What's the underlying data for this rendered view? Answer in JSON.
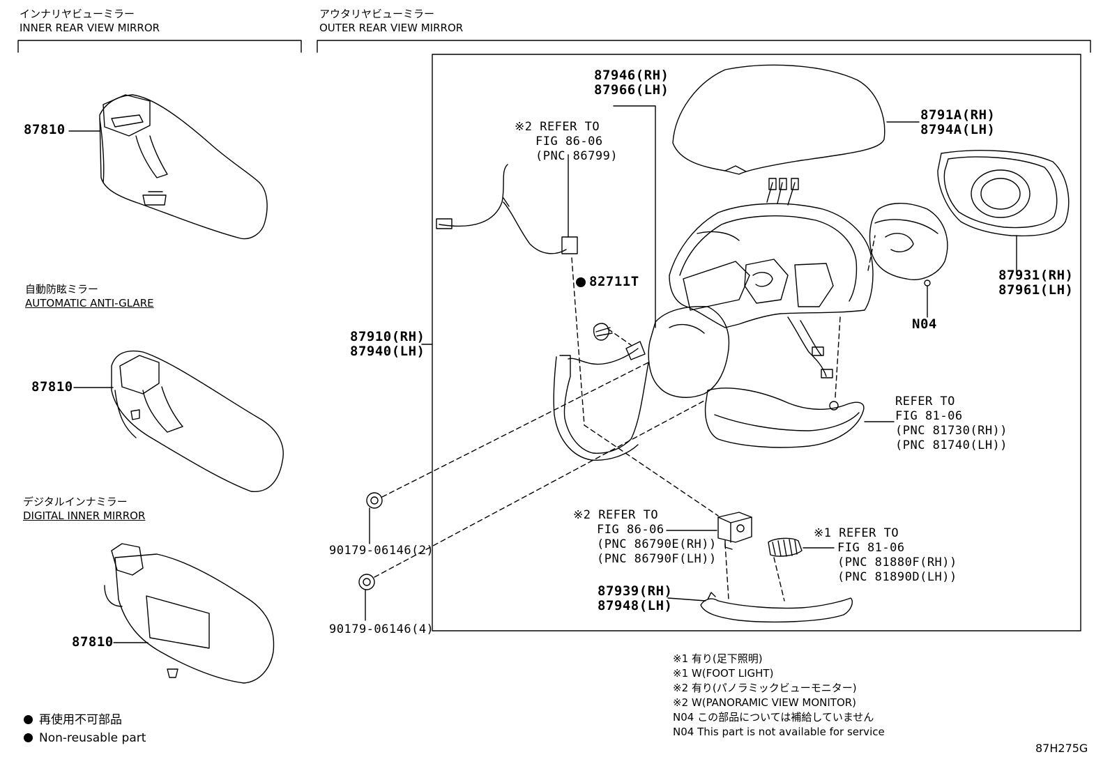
{
  "sections": {
    "inner": {
      "jp": "インナリヤビューミラー",
      "en": "INNER REAR VIEW MIRROR"
    },
    "outer": {
      "jp": "アウタリヤビューミラー",
      "en": "OUTER REAR VIEW MIRROR"
    },
    "anti_glare": {
      "jp": "自動防眩ミラー",
      "en": "AUTOMATIC ANTI-GLARE"
    },
    "digital": {
      "jp": "デジタルインナミラー",
      "en": "DIGITAL INNER MIRROR"
    }
  },
  "labels": {
    "inner_mirror_1": "87810",
    "inner_mirror_2": "87810",
    "inner_mirror_3": "87810",
    "wire_rh": "87946(RH)",
    "wire_lh": "87966(LH)",
    "ref1_l1": "※2 REFER TO",
    "ref1_l2": "FIG 86-06",
    "ref1_l3": "(PNC 86799)",
    "cover_rh": "8791A(RH)",
    "cover_lh": "8794A(LH)",
    "glass_rh": "87931(RH)",
    "glass_lh": "87961(LH)",
    "n04": "N04",
    "clip": "82711T",
    "assy_rh": "87910(RH)",
    "assy_lh": "87940(LH)",
    "ref2_l1": "REFER TO",
    "ref2_l2": "FIG 81-06",
    "ref2_l3": "(PNC 81730(RH))",
    "ref2_l4": "(PNC 81740(LH))",
    "screw_2": "90179-06146(2)",
    "screw_4": "90179-06146(4)",
    "ref3_l1": "※2 REFER TO",
    "ref3_l2": "FIG 86-06",
    "ref3_l3": "(PNC 86790E(RH))",
    "ref3_l4": "(PNC 86790F(LH))",
    "ref4_l1": "※1 REFER TO",
    "ref4_l2": "FIG 81-06",
    "ref4_l3": "(PNC 81880F(RH))",
    "ref4_l4": "(PNC 81890D(LH))",
    "lower_rh": "87939(RH)",
    "lower_lh": "87948(LH)"
  },
  "notes": [
    "※1 有り(足下照明)",
    "※1 W(FOOT LIGHT)",
    "※2 有り(パノラミックビューモニター)",
    "※2 W(PANORAMIC VIEW MONITOR)",
    "N04 この部品については補給していません",
    "N04 This part is not available for service"
  ],
  "legend": {
    "jp": "再使用不可部品",
    "en": "Non-reusable part"
  },
  "figure_code": "87H275G"
}
